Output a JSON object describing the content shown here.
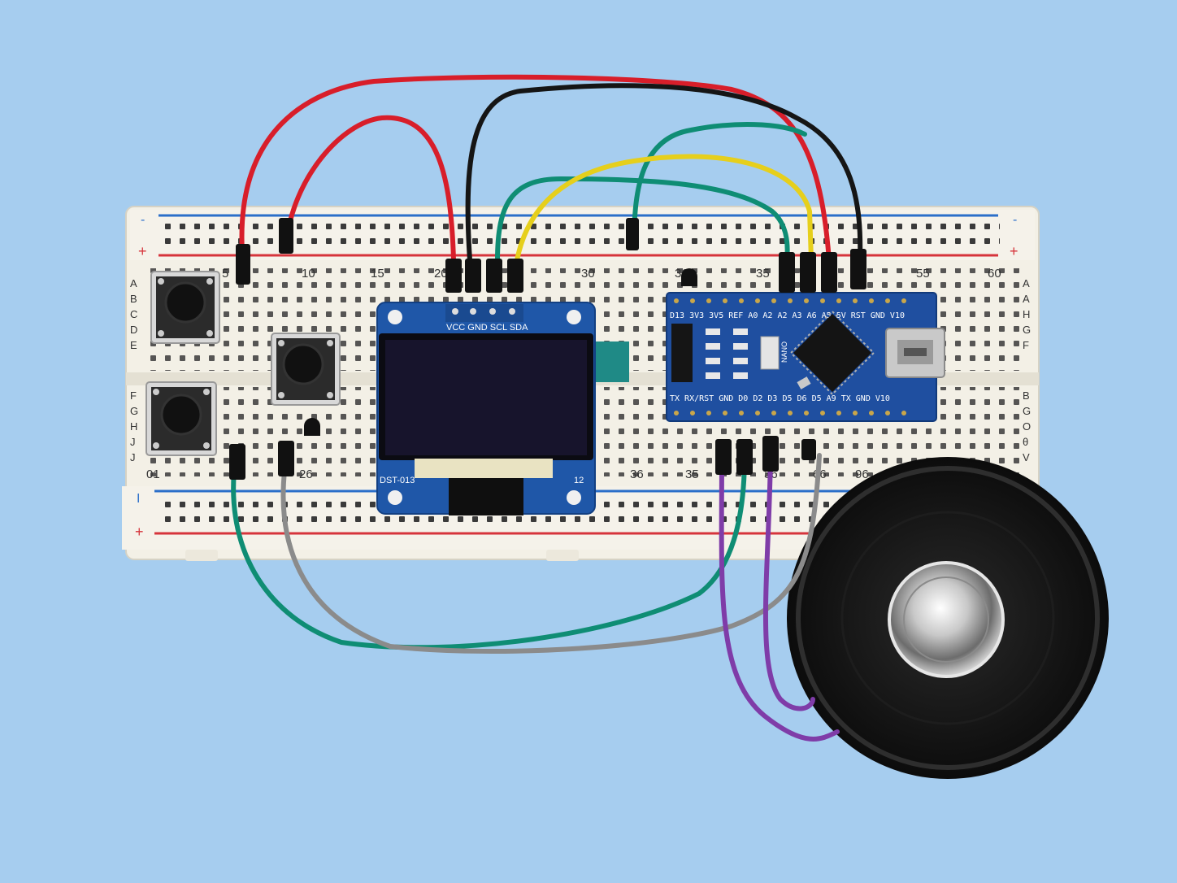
{
  "breadboard": {
    "column_numbers_top": [
      "5",
      "10",
      "15",
      "20",
      "30",
      "36",
      "35",
      "55",
      "60"
    ],
    "column_numbers_bottom": [
      "01",
      "26",
      "36",
      "35",
      "36",
      "66",
      "96"
    ],
    "row_letters_left_top": [
      "A",
      "B",
      "C",
      "D",
      "E"
    ],
    "row_letters_left_bottom": [
      "F",
      "G",
      "H",
      "J",
      "J"
    ],
    "row_letters_right_top": [
      "A",
      "A",
      "H",
      "G",
      "F"
    ],
    "row_letters_right_bottom": [
      "B",
      "G",
      "O",
      "θ",
      "V"
    ],
    "rail_minus": "-",
    "rail_plus": "+",
    "rail_minus_bottom": "I"
  },
  "oled": {
    "pin_labels": "VCC GND SCL SDA",
    "model_label": "DST-013",
    "size_label": "12",
    "screen_color": "#17142c"
  },
  "nano": {
    "top_pin_labels": "D13 3V3 3V5 REF A0 A2 A2 A3 A6 A5 5V RST GND V10",
    "bottom_pin_labels": "TX RX/RST GND D0 D2 D3 D5 D6 D5 A9 TX GND V10",
    "chip_label": "NANO"
  },
  "wire_colors": {
    "red": "#d81e2a",
    "black": "#151515",
    "green": "#0f8d74",
    "yellow": "#e6cf1c",
    "gray": "#8b8b8b",
    "purple": "#7f3ca8"
  }
}
